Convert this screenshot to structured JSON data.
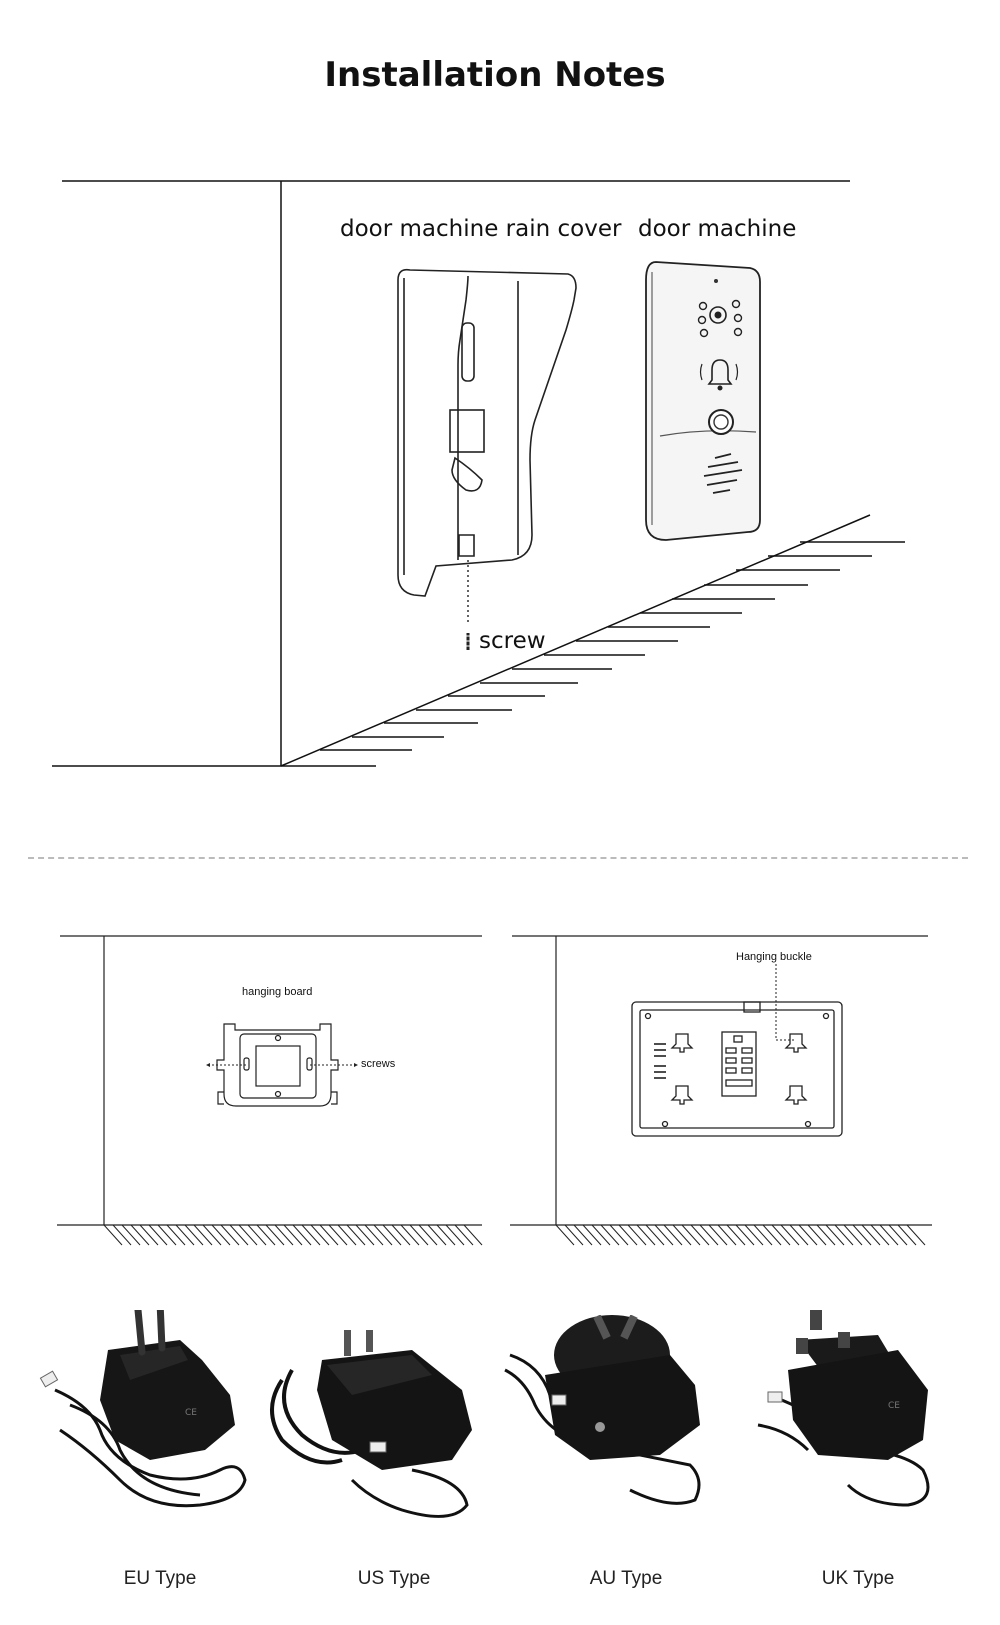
{
  "title": "Installation Notes",
  "outdoor_unit": {
    "rain_cover_label": "door machine rain cover",
    "door_machine_label": "door machine",
    "screw_label": "screw"
  },
  "indoor_mounting": {
    "hanging_board_label": "hanging board",
    "screws_label": "screws",
    "hanging_buckle_label": "Hanging buckle"
  },
  "adapters": [
    {
      "label": "EU Type",
      "icon": "eu-plug-adapter-icon"
    },
    {
      "label": "US Type",
      "icon": "us-plug-adapter-icon"
    },
    {
      "label": "AU Type",
      "icon": "au-plug-adapter-icon"
    },
    {
      "label": "UK Type",
      "icon": "uk-plug-adapter-icon"
    }
  ]
}
